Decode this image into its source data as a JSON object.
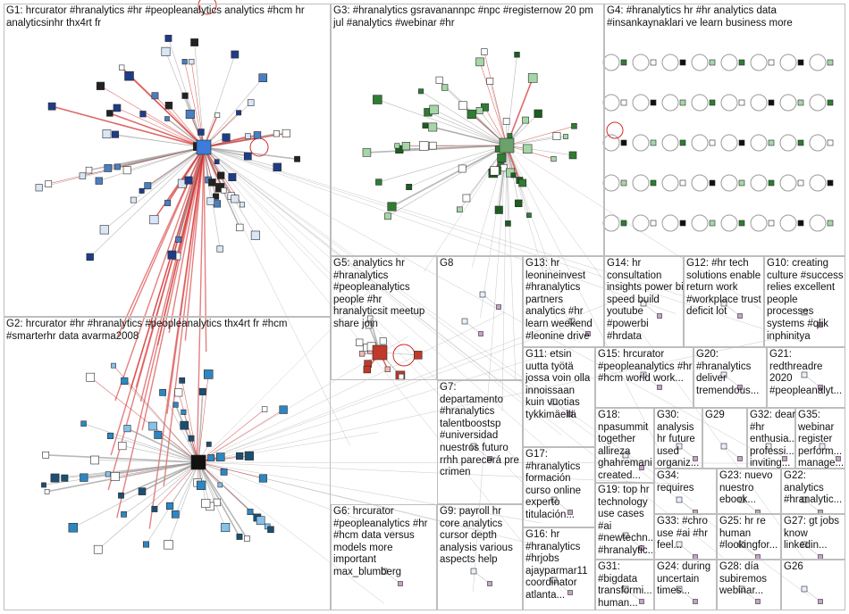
{
  "colors": {
    "edge_gray": "#9a9a9a",
    "edge_red": "#d32a2a",
    "node_stroke": "#2a2a2a",
    "box_border": "#bdbdbd"
  },
  "groups": [
    {
      "id": "G1",
      "label": "G1: hrcurator #hranalytics #hr #peopleanalytics analytics #hcm hr analyticsinhr thx4rt fr"
    },
    {
      "id": "G2",
      "label": "G2: hrcurator #hr #hranalytics #peopleanalytics thx4rt fr #hcm #smarterhr data avarma2008"
    },
    {
      "id": "G3",
      "label": "G3: #hranalytics gsravanannpc #npc #registernow 20 pm jul #analytics #webinar #hr"
    },
    {
      "id": "G4",
      "label": "G4: #hranalytics hr #hr analytics data #insankaynaklari ve learn business more"
    },
    {
      "id": "G5",
      "label": "G5: analytics hr #hranalytics #peopleanalytics people #hr hranalyticsit meetup share join"
    },
    {
      "id": "G6",
      "label": "G6: hrcurator #peopleanalytics #hr #hcm data versus models more important max_blumberg"
    },
    {
      "id": "G7",
      "label": "G7: departamento #hranalytics talentboostsp #universidad nuestros futuro rrhh parecerá pre crimen"
    },
    {
      "id": "G8",
      "label": "G8"
    },
    {
      "id": "G9",
      "label": "G9: payroll hr core analytics cursor depth analysis various aspects help"
    },
    {
      "id": "G10",
      "label": "G10: creating culture #success relies excellent people processes systems #qlik inphinitya"
    },
    {
      "id": "G11",
      "label": "G11: etsin uutta työtä jossa voin olla innoissaan kuin vuotias tykkimäellä"
    },
    {
      "id": "G12",
      "label": "G12: #hr tech solutions enable return work #workplace trust deficit lot"
    },
    {
      "id": "G13",
      "label": "G13: hr leonineinvest #hranalytics partners analytics #hr learn weekend #leonine drive"
    },
    {
      "id": "G14",
      "label": "G14: hr consultation insights power bi speed build youtube #powerbi #hrdata"
    },
    {
      "id": "G15",
      "label": "G15: hrcurator #peopleanalytics #hr #hcm world work..."
    },
    {
      "id": "G16",
      "label": "G16: hr #hranalytics #hrjobs ajayparmar11 coordinator atlanta..."
    },
    {
      "id": "G17",
      "label": "G17: #hranalytics formación curso online experto titulación..."
    },
    {
      "id": "G18",
      "label": "G18: npasummit together allireza ghahremani created..."
    },
    {
      "id": "G19",
      "label": "G19: top hr technology use cases #ai #newtechn... #hranalytic..."
    },
    {
      "id": "G20",
      "label": "G20: #hranalytics deliver tremendous..."
    },
    {
      "id": "G21",
      "label": "G21: redthreadre 2020 #peopleanalyt..."
    },
    {
      "id": "G22",
      "label": "G22: analytics #hranalytic..."
    },
    {
      "id": "G23",
      "label": "G23: nuevo nuestro ebook..."
    },
    {
      "id": "G24",
      "label": "G24: during uncertain times..."
    },
    {
      "id": "G25",
      "label": "G25: hr re human #lookingfor..."
    },
    {
      "id": "G26",
      "label": "G26"
    },
    {
      "id": "G27",
      "label": "G27: gt jobs know linkedin..."
    },
    {
      "id": "G28",
      "label": "G28: día subiremos webinar..."
    },
    {
      "id": "G29",
      "label": "G29"
    },
    {
      "id": "G30",
      "label": "G30: analysis hr future used organiz..."
    },
    {
      "id": "G31",
      "label": "G31: #bigdata transformi... human..."
    },
    {
      "id": "G32",
      "label": "G32: dear #hr enthusia... professi... inviting..."
    },
    {
      "id": "G33",
      "label": "G33: #chro use #ai #hr feel..."
    },
    {
      "id": "G34",
      "label": "G34: requires"
    },
    {
      "id": "G35",
      "label": "G35: webinar register perform... manage..."
    }
  ]
}
